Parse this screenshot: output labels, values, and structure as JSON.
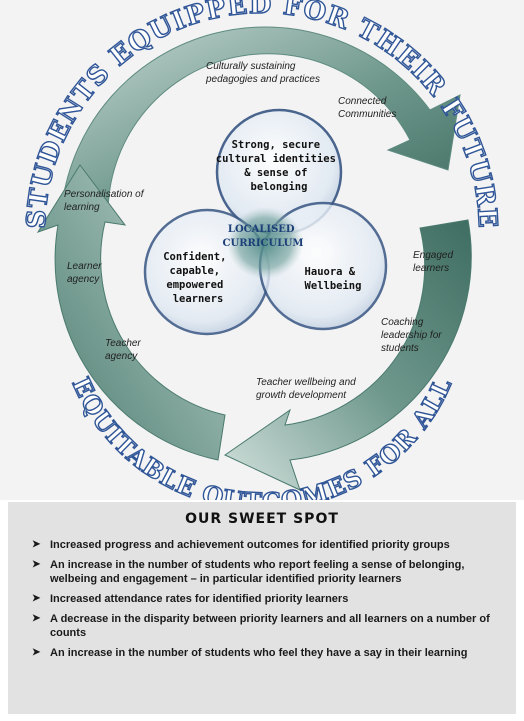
{
  "arc_top_text": "STUDENTS EQUIPPED FOR THEIR FUTURE",
  "arc_bottom_text": "EQUITABLE OUTCOMES FOR ALL",
  "circles": {
    "top": "Strong, secure cultural identities & sense of belonging",
    "left": "Confident, capable, empowered learners",
    "right": "Hauora & Wellbeing",
    "center": "LOCALISED CURRICULUM"
  },
  "ring_labels": {
    "culturally_sustaining": "Culturally sustaining pedagogies and practices",
    "connected_communities": "Connected Communities",
    "personalisation": "Personalisation of learning",
    "learner_agency": "Learner agency",
    "teacher_agency": "Teacher agency",
    "engaged_learners": "Engaged learners",
    "coaching_leadership": "Coaching leadership for students",
    "teacher_wellbeing": "Teacher wellbeing and growth development"
  },
  "sweet_spot": {
    "title": "OUR SWEET SPOT",
    "bullet_icon": "arrow-bullet-icon",
    "items": [
      "Increased progress and achievement outcomes for identified priority groups",
      "An increase in the number of students who report feeling a sense of belonging, welbeing and engagement – in particular identified priority learners",
      "Increased attendance rates for identified priority learners",
      "A decrease in the disparity between priority learners and all learners on a number of counts",
      "An increase in the number of students who feel they have a say in their learning"
    ]
  },
  "colors": {
    "arrow_dark": "#4e7f73",
    "arrow_light": "#b9cfc8",
    "circle_fill": "#dde8f2",
    "circle_stroke": "#3d5a86",
    "arc_text": "#2f5597"
  }
}
